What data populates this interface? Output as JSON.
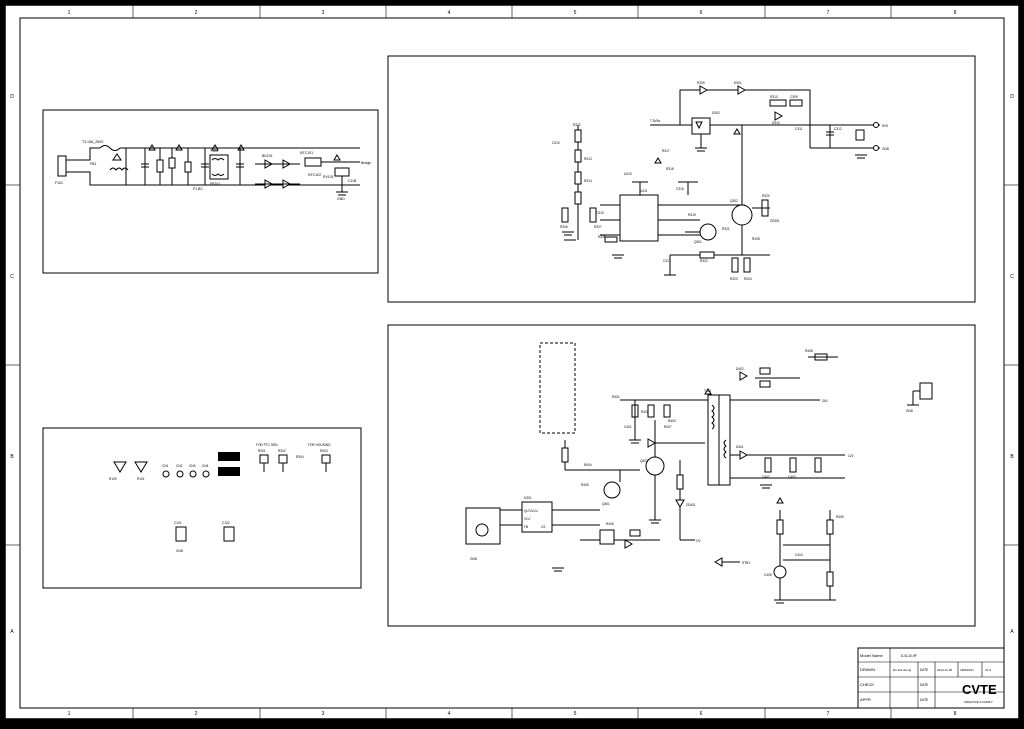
{
  "grid": {
    "columns": [
      "1",
      "2",
      "3",
      "4",
      "5",
      "6",
      "7",
      "8"
    ],
    "rows": [
      "D",
      "C",
      "B",
      "A"
    ]
  },
  "panels": {
    "input_filter": {
      "labels": [
        "F101",
        "T3.15A_250V",
        "FB1",
        "F1 BC",
        "T103",
        "FB101",
        "BD101",
        "NTC101",
        "RV101",
        "C108",
        "GND",
        "Bridge",
        "NTC102"
      ]
    },
    "standby_supply": {
      "labels": [
        "T 5V5s",
        "R309",
        "D301",
        "R310",
        "D310",
        "C309",
        "D302",
        "C311",
        "C312",
        "R312",
        "C310",
        "R313",
        "R314",
        "U311",
        "U310",
        "R317",
        "R318",
        "C315",
        "C316",
        "R319",
        "Q301",
        "Q302",
        "R320",
        "R321",
        "R322",
        "R323",
        "C317",
        "R324",
        "R325",
        "R326",
        "R327",
        "R328",
        "ZD301",
        "5VS",
        "GND"
      ]
    },
    "main_supply": {
      "labels": [
        "U301",
        "QLY2LLU",
        "GND",
        "VCC",
        "FB",
        "CS",
        "R401",
        "R402",
        "R403",
        "C401",
        "T402",
        "D401",
        "D402",
        "C402",
        "C403",
        "R404",
        "R405",
        "R406",
        "R407",
        "Q401",
        "Q402",
        "ZD401",
        "R408",
        "R409",
        "C404",
        "C405",
        "12V",
        "24V",
        "OV",
        "STBY",
        "GND"
      ]
    },
    "connectors": {
      "labels": [
        "R100",
        "R101",
        "NTC",
        "RVS",
        "CN1",
        "CN2",
        "CN3",
        "CN4",
        "R301",
        "R302",
        "R303",
        "R304",
        "C101",
        "C102",
        "FOR PTC SEN",
        "FOR HOUSING",
        "GND"
      ]
    }
  },
  "title_block": {
    "model_label": "Model Name",
    "model_value": "D-SL10-HF",
    "rows": [
      {
        "role": "DRAWN",
        "name": "Du Rui sheng",
        "date_label": "DATE",
        "date": "2014-11-06",
        "version_label": "VERSION",
        "version": "V1.0"
      },
      {
        "role": "CHECK",
        "name": "",
        "date_label": "DATE",
        "date": "",
        "version_label": "",
        "version": ""
      },
      {
        "role": "APPR",
        "name": "",
        "date_label": "DATE",
        "date": "",
        "version_label": "",
        "version": ""
      }
    ],
    "logo": "CVTE",
    "logo_sub": "CREATIVE & FAMILY"
  }
}
